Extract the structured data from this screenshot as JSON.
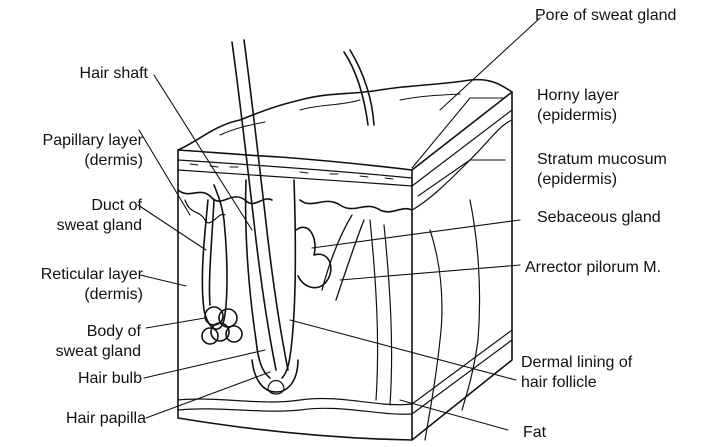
{
  "labels": {
    "pore_of_sweat_gland": "Pore of sweat gland",
    "hair_shaft": "Hair shaft",
    "horny_layer": [
      "Horny layer",
      "(epidermis)"
    ],
    "papillary_layer": [
      "Papillary layer",
      "(dermis)"
    ],
    "stratum_mucosum": [
      "Stratum mucosum",
      "(epidermis)"
    ],
    "duct_of_sweat_gland": [
      "Duct of",
      "sweat gland"
    ],
    "sebaceous_gland": "Sebaceous gland",
    "reticular_layer": [
      "Reticular layer",
      "(dermis)"
    ],
    "arrector_pilorum": "Arrector pilorum M.",
    "body_of_sweat_gland": [
      "Body of",
      "sweat gland"
    ],
    "hair_bulb": "Hair bulb",
    "dermal_lining": [
      "Dermal lining of",
      "hair follicle"
    ],
    "hair_papilla": "Hair papilla",
    "fat": "Fat"
  },
  "colors": {
    "ink": "#111111",
    "background": "#ffffff"
  }
}
